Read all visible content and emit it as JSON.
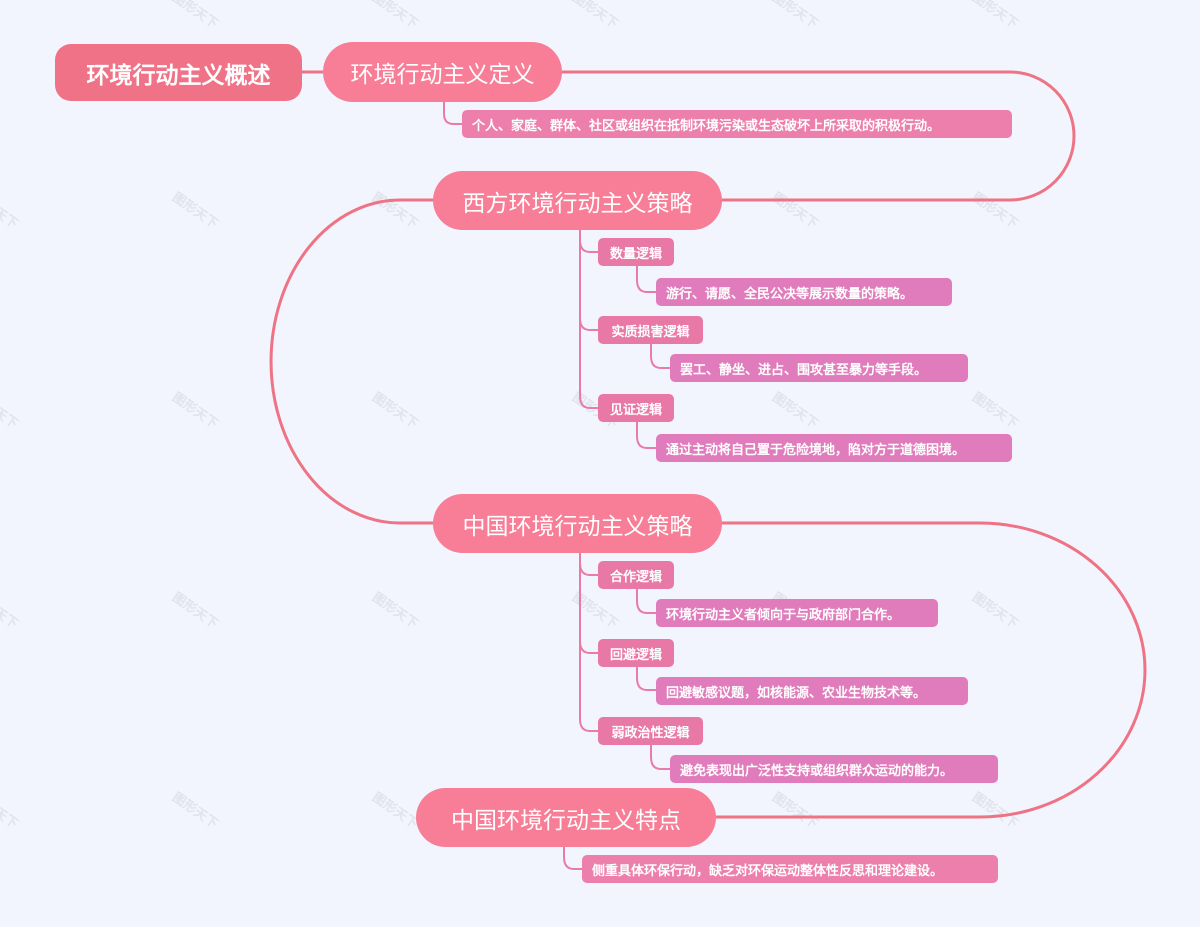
{
  "mindmap": {
    "root": {
      "label": "环境行动主义概述"
    },
    "branches": [
      {
        "label": "环境行动主义定义",
        "children": [
          {
            "label": "个人、家庭、群体、社区或组织在抵制环境污染或生态破坏上所采取的积极行动。"
          }
        ]
      },
      {
        "label": "西方环境行动主义策略",
        "children": [
          {
            "label": "数量逻辑",
            "children": [
              {
                "label": "游行、请愿、全民公决等展示数量的策略。"
              }
            ]
          },
          {
            "label": "实质损害逻辑",
            "children": [
              {
                "label": "罢工、静坐、进占、围攻甚至暴力等手段。"
              }
            ]
          },
          {
            "label": "见证逻辑",
            "children": [
              {
                "label": "通过主动将自己置于危险境地，陷对方于道德困境。"
              }
            ]
          }
        ]
      },
      {
        "label": "中国环境行动主义策略",
        "children": [
          {
            "label": "合作逻辑",
            "children": [
              {
                "label": "环境行动主义者倾向于与政府部门合作。"
              }
            ]
          },
          {
            "label": "回避逻辑",
            "children": [
              {
                "label": "回避敏感议题，如核能源、农业生物技术等。"
              }
            ]
          },
          {
            "label": "弱政治性逻辑",
            "children": [
              {
                "label": "避免表现出广泛性支持或组织群众运动的能力。"
              }
            ]
          }
        ]
      },
      {
        "label": "中国环境行动主义特点",
        "children": [
          {
            "label": "侧重具体环保行动，缺乏对环保运动整体性反思和理论建设。"
          }
        ]
      }
    ]
  },
  "watermark": {
    "text": "图形天下"
  },
  "colors": {
    "background": "#f3f5fe",
    "root": "#f07286",
    "main_branch": "#f77e96",
    "sub_branch": "#e878a6",
    "leaf": "#e07cbb",
    "main_line": "#ee7384",
    "sub_line": "#e97ba9"
  }
}
